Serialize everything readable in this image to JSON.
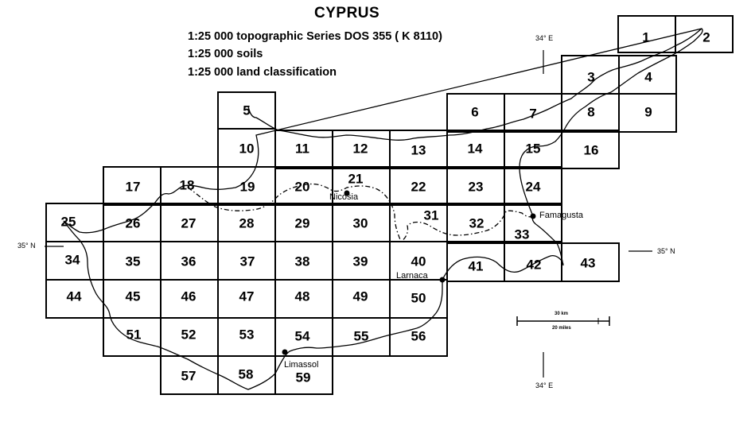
{
  "header": {
    "title": "CYPRUS",
    "series": [
      "1:25 000 topographic Series DOS 355 ( K 8110)",
      "1:25 000 soils",
      "1:25 000 land classification"
    ]
  },
  "coordinates": {
    "lon_top": "34° E",
    "lon_bottom": "34° E",
    "lat_left": "35° N",
    "lat_right": "35° N"
  },
  "sheets": [
    "1",
    "2",
    "3",
    "4",
    "5",
    "6",
    "7",
    "8",
    "9",
    "10",
    "11",
    "12",
    "13",
    "14",
    "15",
    "16",
    "17",
    "18",
    "19",
    "20",
    "21",
    "22",
    "23",
    "24",
    "25",
    "26",
    "27",
    "28",
    "29",
    "30",
    "31",
    "32",
    "33",
    "34",
    "35",
    "36",
    "37",
    "38",
    "39",
    "40",
    "41",
    "42",
    "43",
    "44",
    "45",
    "46",
    "47",
    "48",
    "49",
    "50",
    "51",
    "52",
    "53",
    "54",
    "55",
    "56",
    "57",
    "58",
    "59"
  ],
  "towns": {
    "nicosia": "Nicosia",
    "famagusta": "Famagusta",
    "larnaca": "Larnaca",
    "limassol": "Limassol"
  },
  "scale": {
    "km": "30 km",
    "miles": "20 miles"
  }
}
